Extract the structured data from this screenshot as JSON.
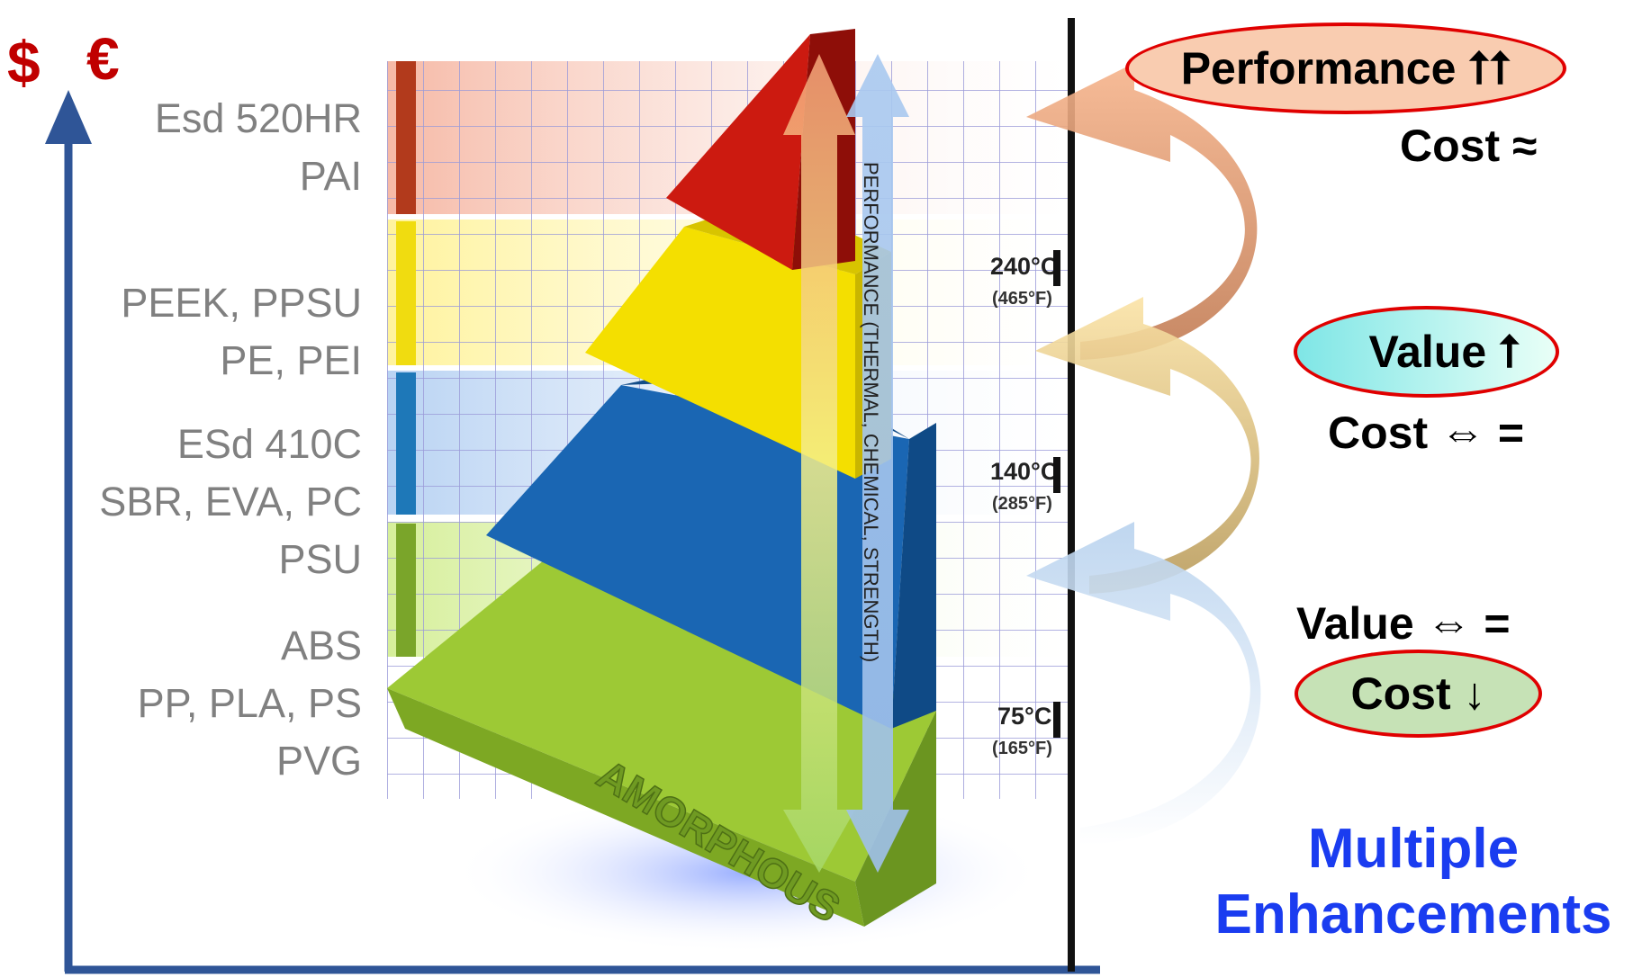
{
  "axis": {
    "currency_dollar": "$",
    "currency_euro": "€"
  },
  "materials": {
    "tier1": [
      "Esd 520HR",
      "PAI"
    ],
    "tier2": [
      "PEEK, PPSU",
      "PE, PEI"
    ],
    "tier3": [
      "ESd 410C",
      "SBR, EVA, PC",
      "PSU"
    ],
    "tier4": [
      "ABS",
      "PP, PLA, PS",
      "PVG"
    ]
  },
  "pyramid": {
    "base_label": "AMORPHOUS",
    "performance_axis_label": "PERFORMANCE (THERMAL, CHEMICAL, STRENGTH)",
    "temps": [
      {
        "c": "240°C",
        "f": "(465°F)"
      },
      {
        "c": "140°C",
        "f": "(285°F)"
      },
      {
        "c": "75°C",
        "f": "(165°F)"
      }
    ],
    "colors": {
      "red": "#c8180f",
      "yellow": "#f2d800",
      "blue": "#1a66b3",
      "green": "#8dbd2a"
    }
  },
  "enhancements": {
    "top": {
      "bubble": "Performance ⭡⭡",
      "sub": "Cost ≈",
      "bubble_fill": "#f9ccb0"
    },
    "middle": {
      "bubble": "Value ⭡",
      "sub": "Cost ⇔ =",
      "bubble_fill": "#aef2ee"
    },
    "bottom": {
      "pre": "Value ⇔ =",
      "bubble": "Cost ↓",
      "bubble_fill": "#c6e2b6"
    },
    "title_line1": "Multiple",
    "title_line2": "Enhancements"
  }
}
